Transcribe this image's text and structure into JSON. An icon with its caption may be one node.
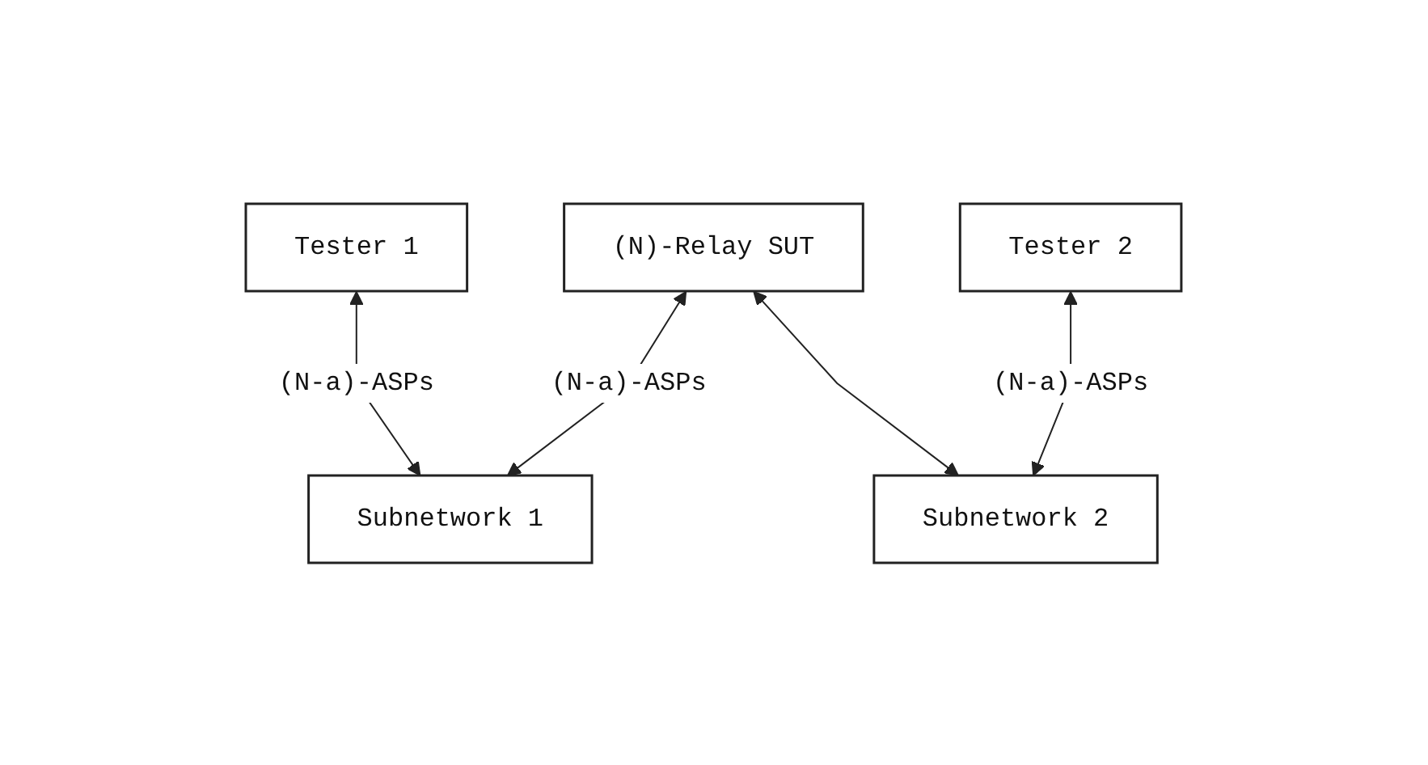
{
  "diagram": {
    "nodes": [
      {
        "text": [
          "Tester 1"
        ]
      },
      {
        "text": [
          "(N)-Relay SUT"
        ]
      },
      {
        "text": [
          "Tester 2"
        ]
      },
      {
        "text": [
          "Subnetwork 1"
        ]
      },
      {
        "text": [
          "Subnetwork 2"
        ]
      }
    ],
    "edges": [
      {
        "from": 0,
        "to": 3,
        "arrow": "both",
        "label": "(N-a)-ASPs"
      },
      {
        "from": 1,
        "to": 3,
        "arrow": "both",
        "label": "(N-a)-ASPs"
      },
      {
        "from": 1,
        "to": 4,
        "arrow": "both"
      },
      {
        "from": 2,
        "to": 4,
        "arrow": "both",
        "label": "(N-a)-ASPs"
      }
    ]
  }
}
